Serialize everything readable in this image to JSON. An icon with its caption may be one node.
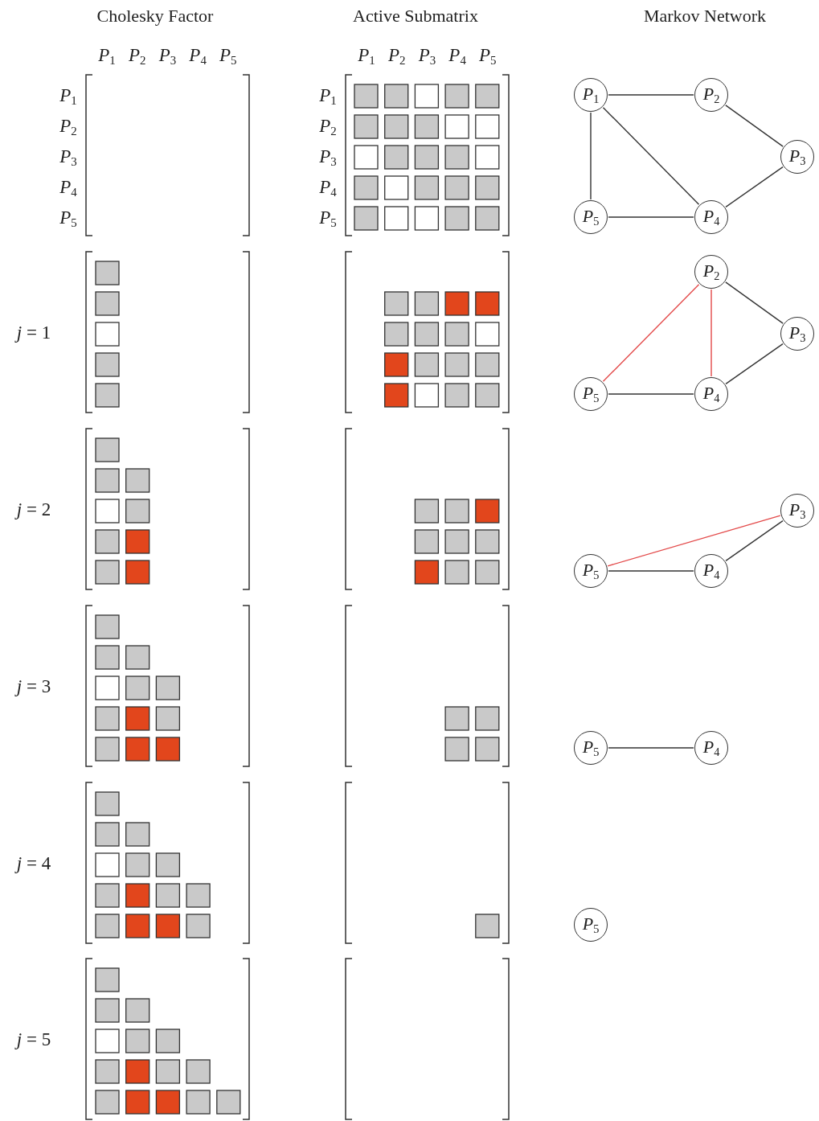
{
  "diagram": {
    "nodes": [
      {
        "text": [
          "*P*$_{1}$"
        ]
      },
      {
        "text": [
          "*P*$_{2}$"
        ]
      },
      {
        "text": [
          "*P*$_{3}$"
        ]
      },
      {
        "text": [
          "*P*$_{5}$"
        ]
      },
      {
        "text": [
          "*P*$_{4}$"
        ]
      },
      {
        "text": [
          "*P*$_{2}$"
        ]
      },
      {
        "text": [
          "*P*$_{3}$"
        ]
      },
      {
        "text": [
          "*P*$_{5}$"
        ]
      },
      {
        "text": [
          "*P*$_{4}$"
        ]
      },
      {
        "text": [
          "*P*$_{3}$"
        ]
      },
      {
        "text": [
          "*P*$_{5}$"
        ]
      },
      {
        "text": [
          "*P*$_{4}$"
        ]
      },
      {
        "text": [
          "*P*$_{5}$"
        ]
      },
      {
        "text": [
          "*P*$_{4}$"
        ]
      },
      {
        "text": [
          "*P*$_{5}$"
        ]
      }
    ],
    "edges": [
      {
        "from": 0,
        "to": 1,
        "arrow": "none"
      },
      {
        "from": 0,
        "to": 3,
        "arrow": "none"
      },
      {
        "from": 0,
        "to": 4,
        "arrow": "none"
      },
      {
        "from": 1,
        "to": 2,
        "arrow": "none"
      },
      {
        "from": 2,
        "to": 4,
        "arrow": "none"
      },
      {
        "from": 3,
        "to": 4,
        "arrow": "none"
      },
      {
        "from": 5,
        "to": 6,
        "arrow": "none"
      },
      {
        "from": 5,
        "to": 7,
        "arrow": "none",
        "color": "#e34a4a"
      },
      {
        "from": 5,
        "to": 8,
        "arrow": "none",
        "color": "#e34a4a"
      },
      {
        "from": 6,
        "to": 8,
        "arrow": "none"
      },
      {
        "from": 7,
        "to": 8,
        "arrow": "none"
      },
      {
        "from": 10,
        "to": 9,
        "arrow": "none",
        "color": "#e34a4a"
      },
      {
        "from": 9,
        "to": 11,
        "arrow": "none"
      },
      {
        "from": 10,
        "to": 11,
        "arrow": "none"
      },
      {
        "from": 12,
        "to": 13,
        "arrow": "none"
      }
    ],
    "labels": [
      "Cholesky Factor",
      "Active Submatrix",
      "Markov Network",
      "*P*$_{1}$",
      "*P*$_{2}$",
      "*P*$_{3}$",
      "*P*$_{4}$",
      "*P*$_{5}$",
      "*P*$_{1}$",
      "*P*$_{2}$",
      "*P*$_{3}$",
      "*P*$_{4}$",
      "*P*$_{5}$",
      "*P*$_{1}$",
      "*P*$_{1}$",
      "*P*$_{2}$",
      "*P*$_{2}$",
      "*P*$_{3}$",
      "*P*$_{3}$",
      "*P*$_{4}$",
      "*P*$_{4}$",
      "*P*$_{5}$",
      "*P*$_{5}$",
      "*j* = 1",
      "*j* = 2",
      "*j* = 3",
      "*j* = 4",
      "*j* = 5"
    ]
  }
}
